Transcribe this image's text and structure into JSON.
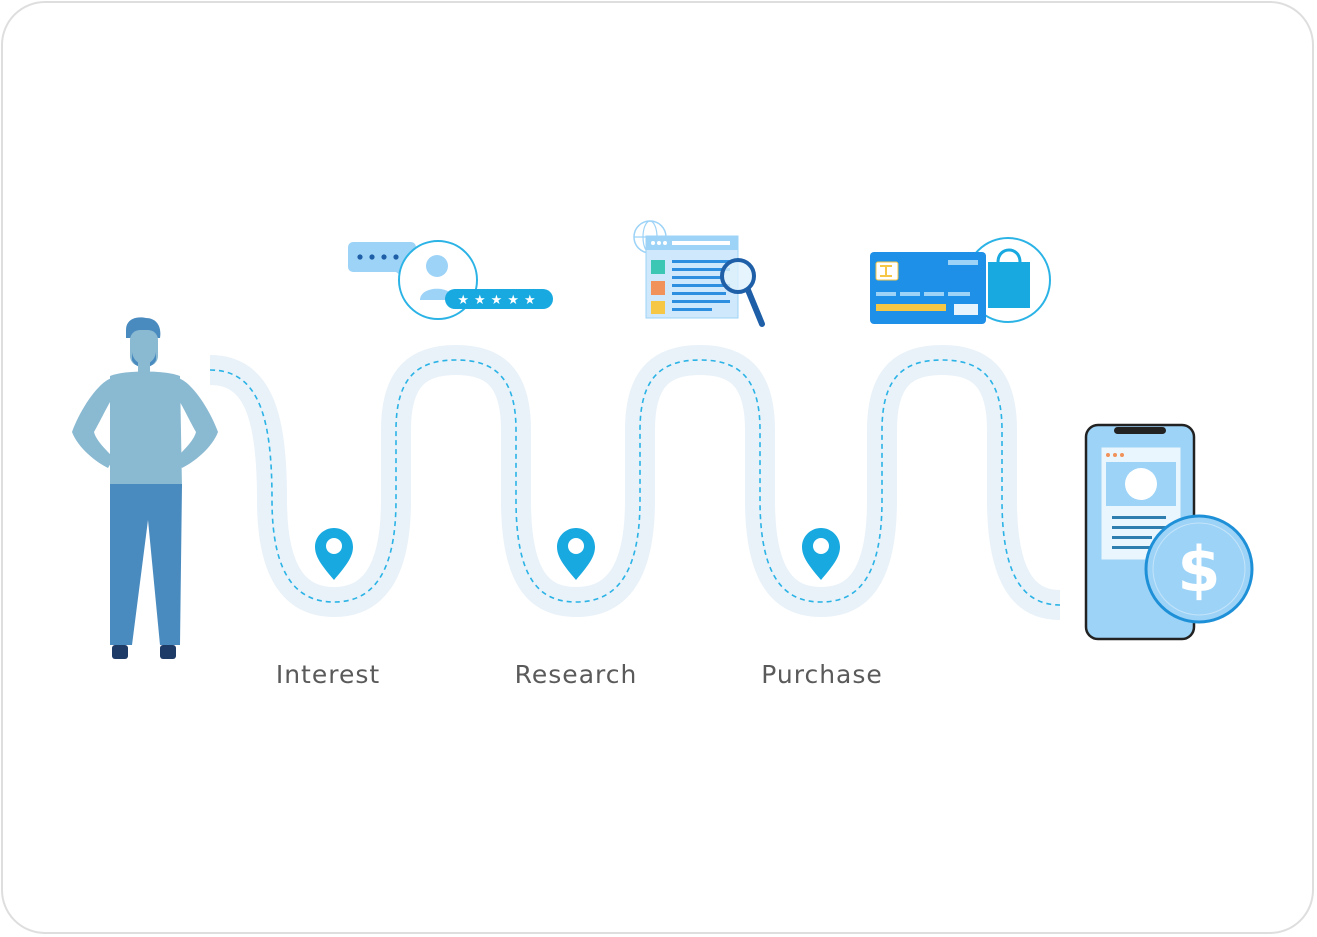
{
  "stages": [
    {
      "label": "Interest",
      "icon": "review-rating-icon"
    },
    {
      "label": "Research",
      "icon": "web-search-icon"
    },
    {
      "label": "Purchase",
      "icon": "credit-card-shopping-icon"
    }
  ],
  "start": {
    "icon": "person-icon"
  },
  "end": {
    "icon": "mobile-payment-icon",
    "symbol": "$"
  },
  "colors": {
    "road": "#e6f0f8",
    "road_dash": "#2bb3e6",
    "pin": "#18a9e0",
    "person_shirt": "#8ab9d2",
    "person_pants": "#4a8bbf",
    "accent_blue": "#1e90e8",
    "light_blue": "#9dd3f7"
  }
}
